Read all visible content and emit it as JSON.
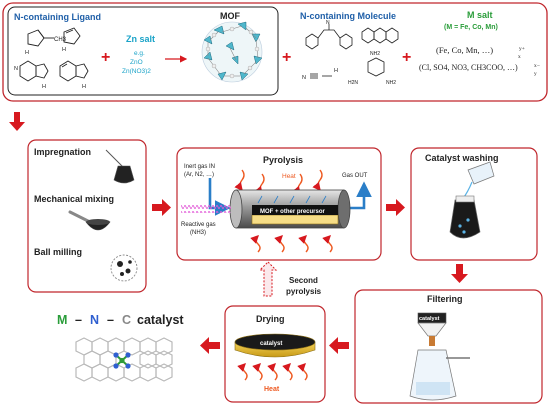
{
  "inputs": {
    "ligand": {
      "title": "N-containing Ligand",
      "methyl_label": "CH3",
      "nh_label": "H",
      "n_label": "N"
    },
    "zn_salt": {
      "title": "Zn salt",
      "eg": "e.g.",
      "items": [
        "ZnO",
        "Zn(NO3)2"
      ]
    },
    "mof": {
      "title": "MOF"
    },
    "n_molecule": {
      "title": "N-containing Molecule",
      "nh2": "NH2",
      "h2n": "H2N"
    },
    "m_salt": {
      "title": "M salt",
      "subtitle": "(M = Fe, Co, Mn)",
      "formula_line1": "(Fe, Co, Mn, …)",
      "formula_line2": "(Cl, SO4, NO3, CH3COO, …)",
      "superscript": "y+",
      "subscript": "x",
      "superscript2": "x−",
      "subscript2": "y"
    },
    "plus": "+"
  },
  "steps": {
    "impregnation": "Impregnation",
    "mechanical_mixing": "Mechanical mixing",
    "ball_milling": "Ball milling",
    "pyrolysis": {
      "title": "Pyrolysis",
      "inert_gas_in": "Inert gas IN",
      "inert_gas_examples": "(Ar, N2, …)",
      "heat": "Heat",
      "gas_out": "Gas OUT",
      "tube_label": "MOF + other precursor",
      "reactive_gas": "Reactive gas",
      "reactive_gas_example": "(NH3)"
    },
    "catalyst_washing": "Catalyst washing",
    "filtering": {
      "title": "Filtering",
      "filter_label": "catalyst"
    },
    "second_pyrolysis": [
      "Second",
      "pyrolysis"
    ],
    "drying": {
      "title": "Drying",
      "dish_label": "catalyst",
      "heat": "Heat"
    },
    "product": {
      "m": "M",
      "n": "N",
      "c": "C",
      "dash": "–",
      "suffix": "catalyst"
    }
  },
  "colors": {
    "frame_red": "#c0262c",
    "arrow_red": "#d7191f",
    "title_blue": "#1f5fa8",
    "zn_cyan": "#1aa3c8",
    "m_green": "#2a9d3a",
    "heat_orange": "#ee5a22",
    "n_blue": "#2f5fd0",
    "m_green_atom": "#2e9a38"
  }
}
